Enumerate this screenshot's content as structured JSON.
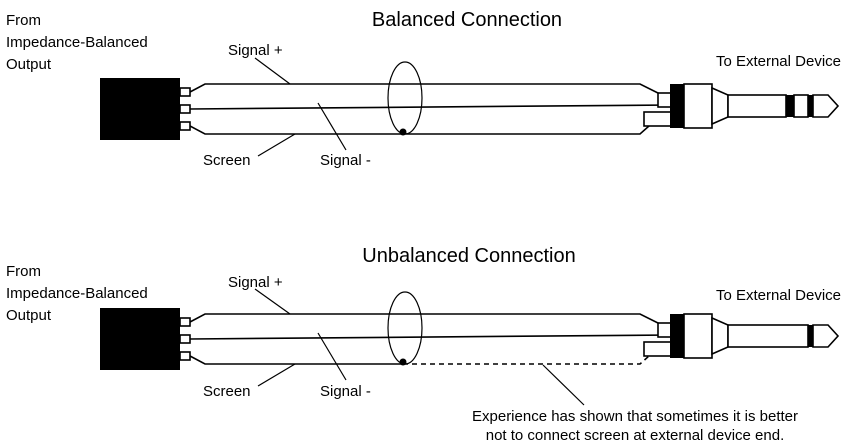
{
  "balanced": {
    "title": "Balanced Connection",
    "source": [
      "From",
      "Impedance-Balanced",
      "Output"
    ],
    "destination": "To External Device",
    "signal_plus": "Signal +",
    "signal_minus": "Signal -",
    "screen": "Screen"
  },
  "unbalanced": {
    "title": "Unbalanced Connection",
    "source": [
      "From",
      "Impedance-Balanced",
      "Output"
    ],
    "destination": "To External Device",
    "signal_plus": "Signal +",
    "signal_minus": "Signal -",
    "screen": "Screen",
    "note": [
      "Experience has shown that sometimes it is better",
      "not to connect screen at external device end."
    ]
  },
  "colors": {
    "ink": "#000000",
    "background": "#ffffff"
  },
  "icons": [
    "xlr-connector-icon",
    "trs-jack-plug-icon",
    "ts-jack-plug-icon",
    "cable-shield-icon"
  ]
}
